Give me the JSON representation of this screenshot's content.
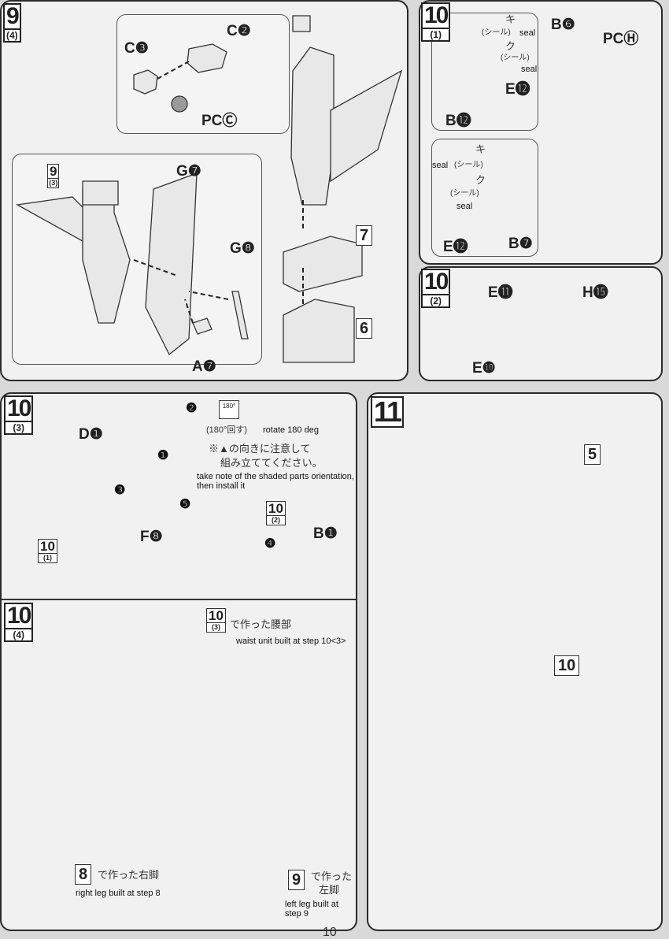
{
  "page_number": "10",
  "step_9_4": {
    "badge": {
      "num": "9",
      "sub": "(4)"
    },
    "ref_badge": {
      "num": "9",
      "sub": "(3)"
    },
    "labels": {
      "c3": "C❸",
      "c2": "C❷",
      "pcc": "PCⒸ",
      "g7": "G❼",
      "g8": "G❽",
      "a7": "A❼"
    },
    "boxes": {
      "seven": "7",
      "six": "6"
    }
  },
  "step_10_1": {
    "badge": {
      "num": "10",
      "sub": "(1)"
    },
    "labels": {
      "b6": "B❻",
      "pch": "PCⒽ",
      "e12_top": "E⓬",
      "b12": "B⓬",
      "e12_bottom": "E⓬",
      "b7": "B❼"
    },
    "seals": {
      "ki_top": "キ",
      "ku_top": "ク",
      "seal_jp_1": "(シール)",
      "seal_en_1": "seal",
      "seal_jp_2": "(シール)",
      "seal_en_2": "seal",
      "ki_bottom": "キ",
      "ku_bottom": "ク",
      "seal_en_3": "seal",
      "seal_jp_3": "(シール)",
      "seal_jp_4": "(シール)",
      "seal_en_4": "seal"
    }
  },
  "step_10_2": {
    "badge": {
      "num": "10",
      "sub": "(2)"
    },
    "labels": {
      "e11": "E⓫",
      "h15": "H⓯",
      "e10": "E❿"
    }
  },
  "step_10_3": {
    "badge": {
      "num": "10",
      "sub": "(3)"
    },
    "labels": {
      "d1": "D❶",
      "f8": "F❽",
      "b1": "B❶"
    },
    "order": [
      "❶",
      "❷",
      "❸",
      "❹",
      "❺"
    ],
    "rotate_icon_text": "180°",
    "rotate_jp": "(180°回す)",
    "rotate_en": "rotate 180 deg",
    "caution_jp_1": "※▲の向きに注意して",
    "caution_jp_2": "組み立ててください。",
    "caution_en": "take note of the shaded parts orientation, then install it",
    "ref_10_2": {
      "num": "10",
      "sub": "(2)"
    },
    "ref_10_1": {
      "num": "10",
      "sub": "(1)"
    }
  },
  "step_10_4": {
    "badge": {
      "num": "10",
      "sub": "(4)"
    },
    "waist_ref": {
      "num": "10",
      "sub": "(3)"
    },
    "waist_jp": "で作った腰部",
    "waist_en": "waist unit built at step 10<3>",
    "right_leg_ref": "8",
    "right_leg_jp": "で作った右脚",
    "right_leg_en": "right leg built at step 8",
    "left_leg_ref": "9",
    "left_leg_jp_1": "で作った",
    "left_leg_jp_2": "左脚",
    "left_leg_en": "left leg built at step 9"
  },
  "step_11": {
    "badge": {
      "num": "11"
    },
    "boxes": {
      "five": "5",
      "ten": "10"
    }
  }
}
